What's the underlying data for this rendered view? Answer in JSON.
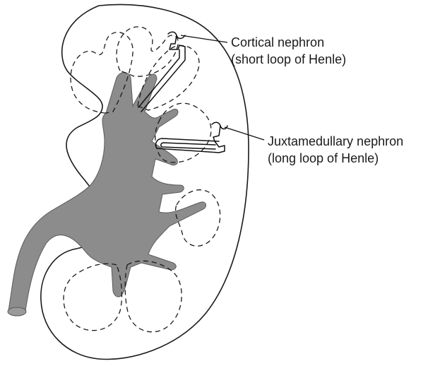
{
  "labels": {
    "cortical_line1": "Cortical nephron",
    "cortical_line2": "(short loop of Henle)",
    "juxta_line1": "Juxtamedullary nephron",
    "juxta_line2": "(long loop of Henle)"
  },
  "colors": {
    "pelvis_fill": "#8c8c8c",
    "outline": "#1a1a1a",
    "background": "#ffffff"
  }
}
